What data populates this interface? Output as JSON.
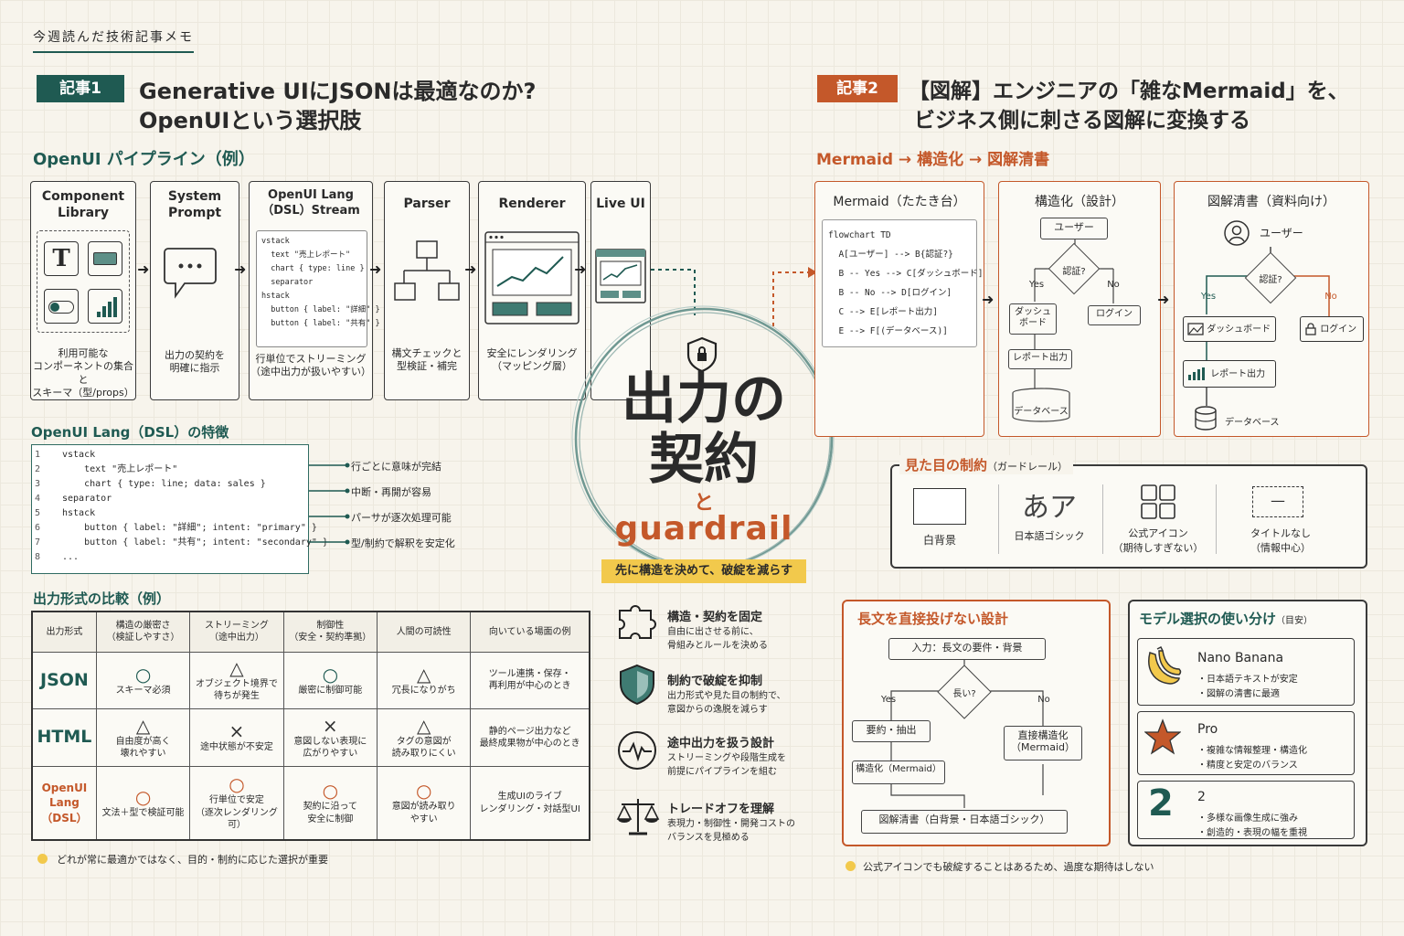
{
  "header": {
    "title": "今週読んだ技術記事メモ"
  },
  "article1": {
    "badge": "記事1",
    "title_line1": "Generative UIにJSONは最適なのか?",
    "title_line2": "OpenUIという選択肢",
    "pipeline_title": "OpenUI パイプライン（例）",
    "stages": [
      {
        "title": "Component\nLibrary",
        "desc": "利用可能な\nコンポーネントの集合と\nスキーマ（型/props）"
      },
      {
        "title": "System\nPrompt",
        "desc": "出力の契約を\n明確に指示"
      },
      {
        "title": "OpenUI Lang\n（DSL）Stream",
        "desc": "行単位でストリーミング\n（途中出力が扱いやすい）"
      },
      {
        "title": "Parser",
        "desc": "構文チェックと\n型検証・補完"
      },
      {
        "title": "Renderer",
        "desc": "安全にレンダリング\n（マッピング層）"
      },
      {
        "title": "Live UI",
        "desc": ""
      }
    ],
    "stream_code": [
      "vstack",
      "  text \"売上レポート\"",
      "  chart { type: line }",
      "  separator",
      "hstack",
      "  button { label: \"詳細\" }",
      "  button { label: \"共有\" }"
    ],
    "dsl_title": "OpenUI Lang（DSL）の特徴",
    "dsl_lines": [
      "vstack",
      "    text \"売上レポート\"",
      "    chart { type: line; data: sales }",
      "separator",
      "hstack",
      "    button { label: \"詳細\"; intent: \"primary\" }",
      "    button { label: \"共有\"; intent: \"secondary\" }",
      "..."
    ],
    "dsl_line_nums": [
      "1",
      "2",
      "3",
      "4",
      "5",
      "6",
      "7",
      "8"
    ],
    "dsl_features": [
      "行ごとに意味が完結",
      "中断・再開が容易",
      "パーサが逐次処理可能",
      "型/制約で解釈を安定化"
    ],
    "compare_title": "出力形式の比較（例）",
    "compare_headers": [
      "出力形式",
      "構造の厳密さ\n（検証しやすさ）",
      "ストリーミング\n（途中出力）",
      "制御性\n（安全・契約準拠）",
      "人間の可読性",
      "向いている場面の例"
    ],
    "compare_rows": [
      {
        "name": "JSON",
        "cells": [
          {
            "mark": "○",
            "note": "スキーマ必須"
          },
          {
            "mark": "△",
            "note": "オブジェクト境界で\n待ちが発生"
          },
          {
            "mark": "○",
            "note": "厳密に制御可能"
          },
          {
            "mark": "△",
            "note": "冗長になりがち"
          }
        ],
        "use": "ツール連携・保存・\n再利用が中心のとき"
      },
      {
        "name": "HTML",
        "cells": [
          {
            "mark": "△",
            "note": "自由度が高く\n壊れやすい"
          },
          {
            "mark": "×",
            "note": "途中状態が不安定"
          },
          {
            "mark": "×",
            "note": "意図しない表現に\n広がりやすい"
          },
          {
            "mark": "△",
            "note": "タグの意図が\n読み取りにくい"
          }
        ],
        "use": "静的ページ出力など\n最終成果物が中心のとき"
      },
      {
        "name": "OpenUI Lang\n（DSL）",
        "cells": [
          {
            "mark": "○",
            "note": "文法＋型で検証可能"
          },
          {
            "mark": "○",
            "note": "行単位で安定\n（逐次レンダリング可）"
          },
          {
            "mark": "○",
            "note": "契約に沿って\n安全に制御"
          },
          {
            "mark": "○",
            "note": "意図が読み取り\nやすい"
          }
        ],
        "use": "生成UIのライブ\nレンダリング・対話型UI"
      }
    ],
    "footnote": "どれが常に最適かではなく、目的・制約に応じた選択が重要"
  },
  "center": {
    "line1": "出力の",
    "line2": "契約",
    "and": "と",
    "guardrail": "guardrail",
    "tagline": "先に構造を決めて、破綻を減らす",
    "points": [
      {
        "title": "構造・契約を固定",
        "desc": "自由に出させる前に、\n骨組みとルールを決める"
      },
      {
        "title": "制約で破綻を抑制",
        "desc": "出力形式や見た目の制約で、\n意図からの逸脱を減らす"
      },
      {
        "title": "途中出力を扱う設計",
        "desc": "ストリーミングや段階生成を\n前提にパイプラインを組む"
      },
      {
        "title": "トレードオフを理解",
        "desc": "表現力・制御性・開発コストの\nバランスを見極める"
      }
    ]
  },
  "article2": {
    "badge": "記事2",
    "title_line1": "【図解】エンジニアの「雑なMermaid」を、",
    "title_line2": "ビジネス側に刺さる図解に変換する",
    "flow_title": "Mermaid → 構造化 → 図解清書",
    "mermaid": {
      "title": "Mermaid（たたき台）",
      "code": [
        "flowchart TD",
        "  A[ユーザー] --> B{認証?}",
        "  B -- Yes --> C[ダッシュボード]",
        "  B -- No --> D[ログイン]",
        "  C --> E[レポート出力]",
        "  E --> F[(データベース)]"
      ]
    },
    "structured": {
      "title": "構造化（設計）",
      "user": "ユーザー",
      "auth": "認証?",
      "yes": "Yes",
      "no": "No",
      "dash": "ダッシュ\nボード",
      "login": "ログイン",
      "report": "レポート出力",
      "db": "データベース"
    },
    "clean": {
      "title": "図解清書（資料向け）",
      "user": "ユーザー",
      "auth": "認証?",
      "yes": "Yes",
      "no": "No",
      "dash": "ダッシュボード",
      "login": "ログイン",
      "report": "レポート出力",
      "db": "データベース"
    },
    "guard_title": "見た目の制約",
    "guard_sub": "（ガードレール）",
    "guards": [
      {
        "icon": "",
        "label": "白背景"
      },
      {
        "icon": "あア",
        "label": "日本語ゴシック"
      },
      {
        "icon": "",
        "label": "公式アイコン\n（期待しすぎない）"
      },
      {
        "icon": "—",
        "label": "タイトルなし\n（情報中心）"
      }
    ],
    "long_title": "長文を直接投げない設計",
    "long": {
      "input": "入力：長文の要件・背景",
      "q": "長い?",
      "yes": "Yes",
      "no": "No",
      "summary": "要約・抽出",
      "direct": "直接構造化\n（Mermaid）",
      "struct": "構造化（Mermaid）",
      "final": "図解清書（白背景・日本語ゴシック）"
    },
    "model_title": "モデル選択の使い分け",
    "model_sub": "（目安）",
    "models": [
      {
        "icon": "banana-icon",
        "name": "Nano Banana",
        "notes": [
          "・日本語テキストが安定",
          "・図解の清書に最適"
        ]
      },
      {
        "icon": "star-icon",
        "name": "Pro",
        "notes": [
          "・複雑な情報整理・構造化",
          "・精度と安定のバランス"
        ]
      },
      {
        "icon": "2",
        "name": "2",
        "notes": [
          "・多様な画像生成に強み",
          "・創造的・表現の幅を重視"
        ]
      }
    ],
    "footnote": "公式アイコンでも破綻することはあるため、過度な期待はしない"
  },
  "colors": {
    "green": "#1f5a52",
    "orange": "#c4582a",
    "yellow": "#f2c94c"
  }
}
